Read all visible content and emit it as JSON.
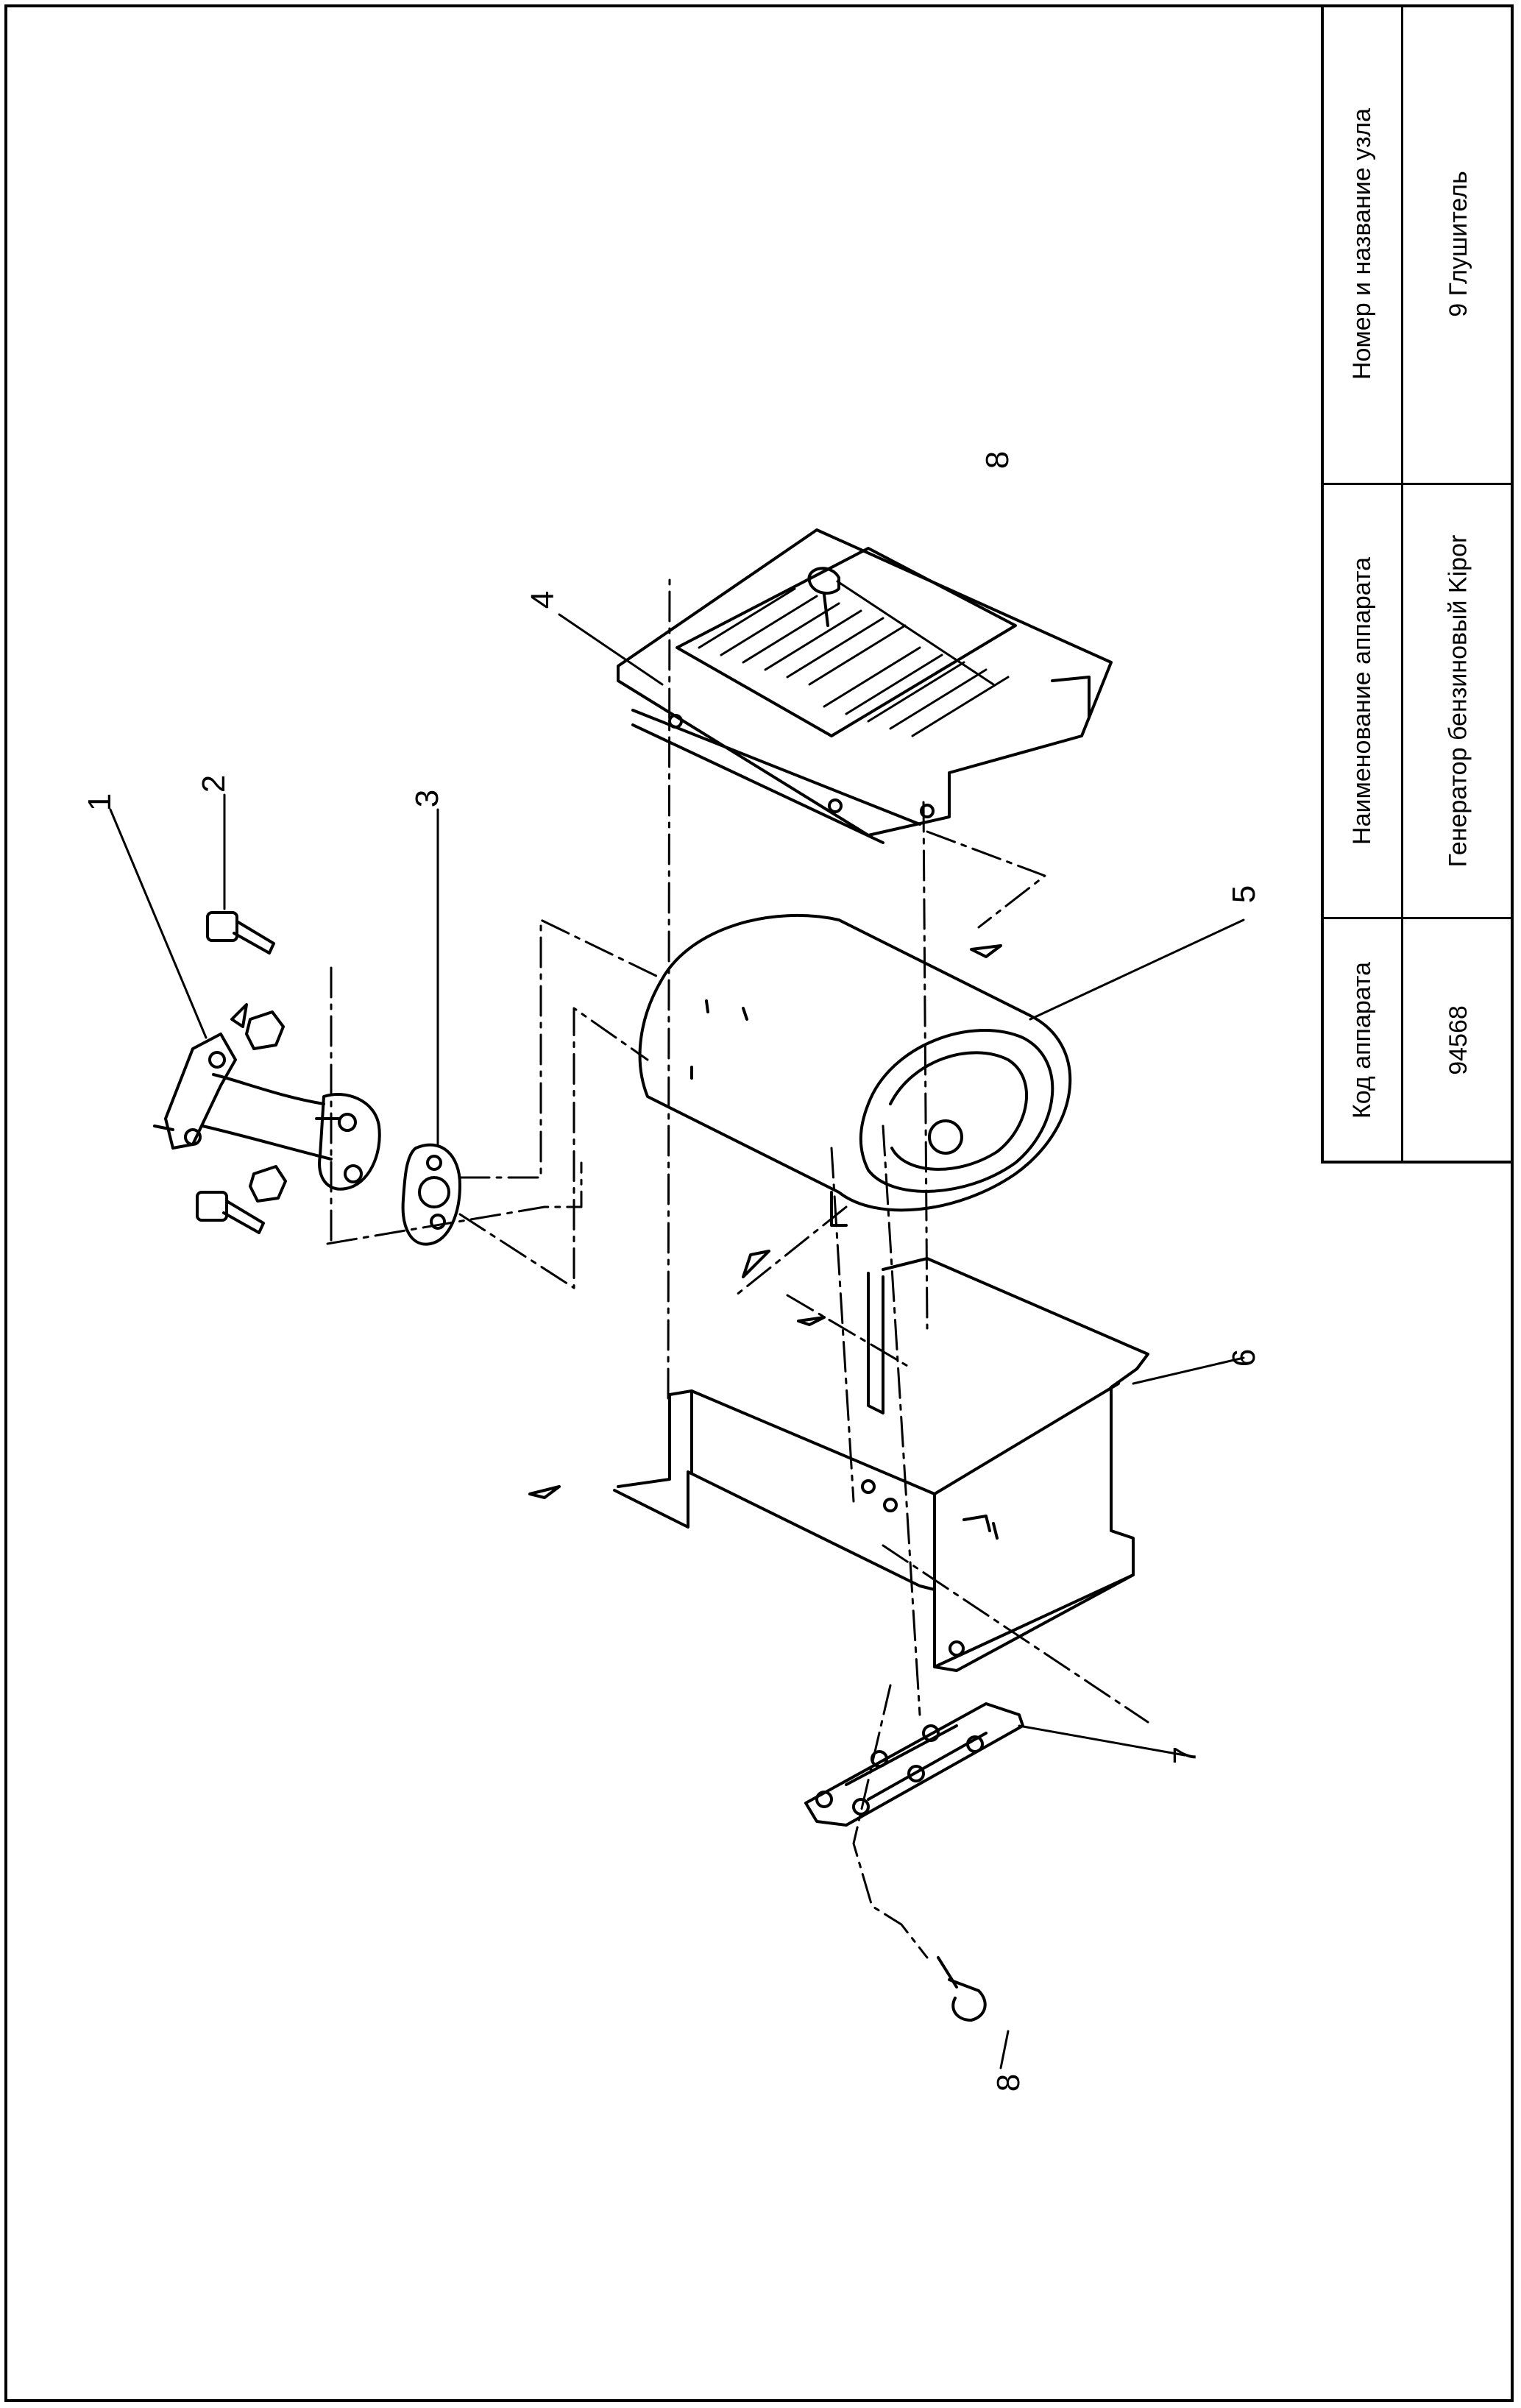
{
  "title_block": {
    "header": {
      "code": "Код аппарата",
      "device_name": "Наименование аппарата",
      "unit": "Номер и название узла"
    },
    "values": {
      "code": "94568",
      "device_name": "Генератор бензиновый Kipor",
      "unit": "9 Глушитель"
    }
  },
  "callouts": [
    "1",
    "2",
    "3",
    "4",
    "5",
    "6",
    "7",
    "8",
    "8"
  ]
}
